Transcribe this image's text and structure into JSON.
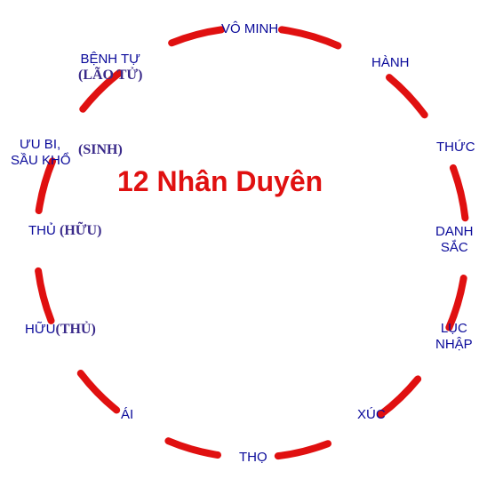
{
  "title": "12 Nhân Duyên",
  "colors": {
    "ring": "#e01010",
    "label": "#0a0a9a",
    "alt_label": "#3a2a8a",
    "title": "#e01010"
  },
  "nodes": {
    "vo_minh": "VÔ MINH",
    "hanh": "HÀNH",
    "thuc": "THỨC",
    "danh_sac_1": "DANH",
    "danh_sac_2": "SẮC",
    "luc_nhap_1": "LỤC",
    "luc_nhap_2": "NHẬP",
    "xuc": "XÚC",
    "tho": "THỌ",
    "ai": "ÁI",
    "huu": "HỮU",
    "huu_alt": "(THỦ)",
    "thu": "THỦ",
    "thu_alt": "(HỮU)",
    "uu_bi_1": "ƯU BI,",
    "uu_bi_2": "SẦU KHỔ",
    "uu_bi_alt": "(SINH)",
    "benh_tu": "BỆNH TỰ",
    "benh_tu_alt": "(LÃO TỬ)"
  }
}
